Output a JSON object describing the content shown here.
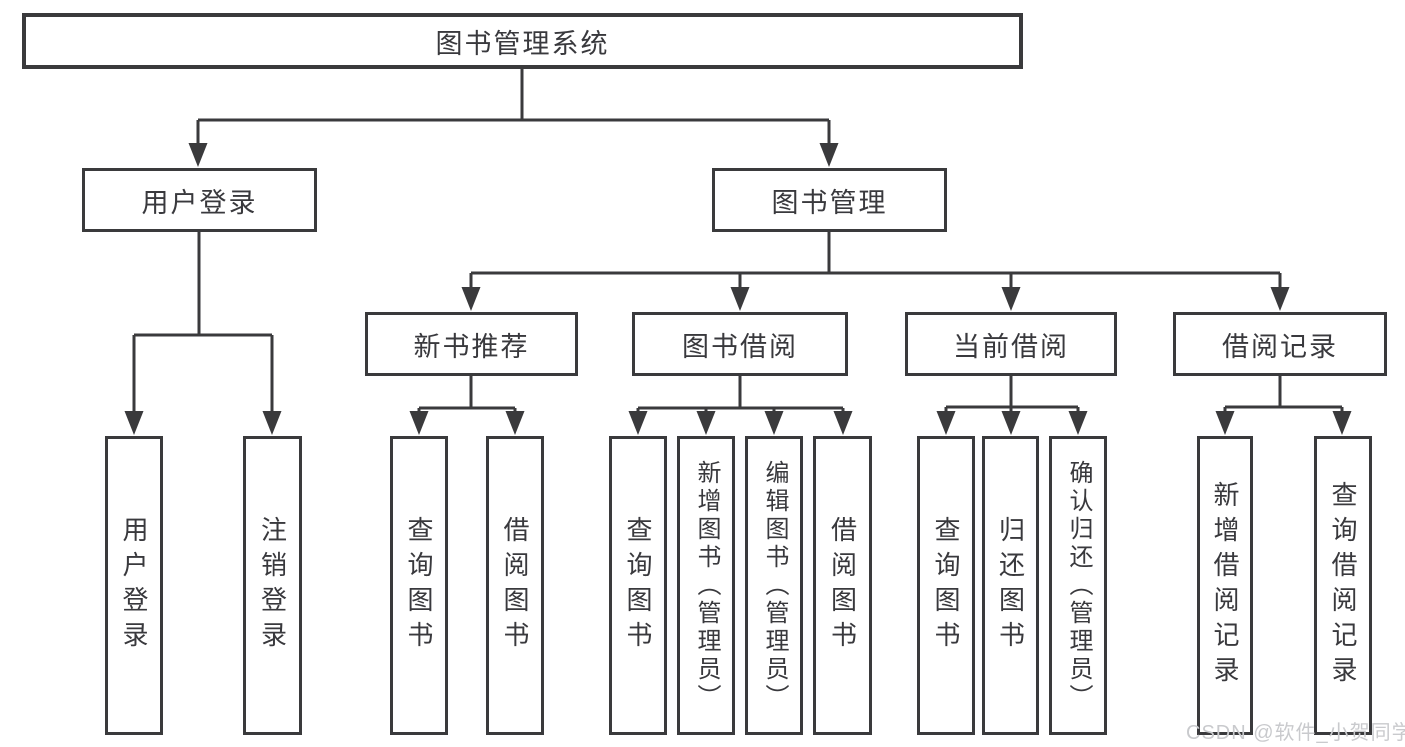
{
  "diagram": {
    "title": "图书管理系统",
    "root": {
      "label": "图书管理系统"
    },
    "level2": [
      {
        "label": "用户登录"
      },
      {
        "label": "图书管理"
      }
    ],
    "level3": [
      {
        "label": "新书推荐"
      },
      {
        "label": "图书借阅"
      },
      {
        "label": "当前借阅"
      },
      {
        "label": "借阅记录"
      }
    ],
    "leaves": {
      "user_login": [
        {
          "label": "用户登录"
        },
        {
          "label": "注销登录"
        }
      ],
      "new_book_recommend": [
        {
          "label": "查询图书"
        },
        {
          "label": "借阅图书"
        }
      ],
      "book_borrowing": [
        {
          "label": "查询图书"
        },
        {
          "label": "新增图书（管理员）"
        },
        {
          "label": "编辑图书（管理员）"
        },
        {
          "label": "借阅图书"
        }
      ],
      "current_borrowing": [
        {
          "label": "查询图书"
        },
        {
          "label": "归还图书"
        },
        {
          "label": "确认归还（管理员）"
        }
      ],
      "borrow_records": [
        {
          "label": "新增借阅记录"
        },
        {
          "label": "查询借阅记录"
        }
      ]
    }
  },
  "watermark": {
    "text": "CSDN @软件_小贺同学",
    "color": "#c9cacd"
  },
  "colors": {
    "line": "#3a3a3c",
    "text": "#39393d",
    "background": "#ffffff"
  }
}
